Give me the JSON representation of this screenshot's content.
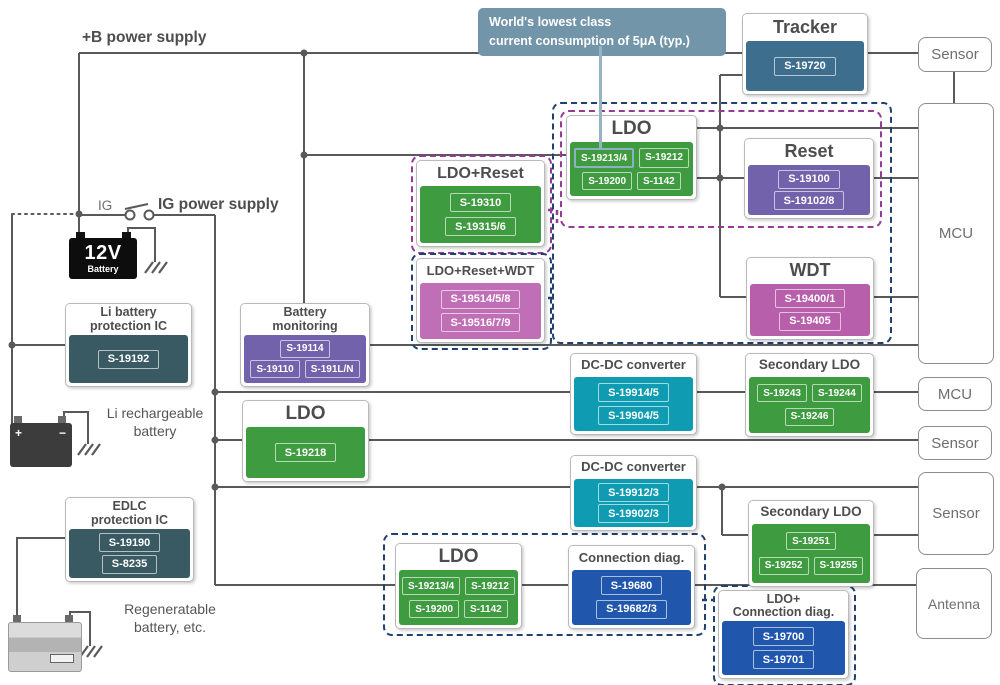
{
  "colors": {
    "wire": "#58595b",
    "green": "#3f9b3f",
    "purple": "#7262ab",
    "magenta": "#b75fab",
    "pink": "#c06eb5",
    "teal": "#0f9cb2",
    "darkteal": "#3a5a63",
    "blue": "#2057ad",
    "steel": "#3e6e8e",
    "callout_bg": "#7295a9",
    "pointer_line": "#94b3c3",
    "navy_dash": "#20406e",
    "purple_dash": "#963a96"
  },
  "callout": {
    "line1": "World's lowest class",
    "line2": "current consumption of 5μA (typ.)"
  },
  "labels": {
    "b_power": "+B power supply",
    "ig": "IG",
    "ig_power": "IG power supply",
    "batt12v": "12V",
    "batt12v_sub": "Battery",
    "batt_plus": "+",
    "batt_minus": "−",
    "li_rechargeable": "Li rechargeable\nbattery",
    "regeneratable": "Regeneratable\nbattery, etc."
  },
  "ic_boxes": [
    {
      "id": "tracker",
      "title": "Tracker",
      "color_key": "steel",
      "chips": [
        [
          "S-19720"
        ]
      ]
    },
    {
      "id": "ldo_top",
      "title": "LDO",
      "color_key": "green",
      "chips": [
        [
          "S-19213/4",
          "S-19212"
        ],
        [
          "S-19200",
          "S-1142"
        ]
      ],
      "highlight": "S-19213/4"
    },
    {
      "id": "reset",
      "title": "Reset",
      "color_key": "purple",
      "chips": [
        [
          "S-19100"
        ],
        [
          "S-19102/8"
        ]
      ]
    },
    {
      "id": "wdt",
      "title": "WDT",
      "color_key": "magenta",
      "chips": [
        [
          "S-19400/1"
        ],
        [
          "S-19405"
        ]
      ]
    },
    {
      "id": "ldo_reset",
      "title": "LDO+Reset",
      "color_key": "green",
      "chips": [
        [
          "S-19310"
        ],
        [
          "S-19315/6"
        ]
      ]
    },
    {
      "id": "ldo_reset_wdt",
      "title": "LDO+Reset+WDT",
      "color_key": "pink",
      "chips": [
        [
          "S-19514/5/8"
        ],
        [
          "S-19516/7/9"
        ]
      ]
    },
    {
      "id": "batt_mon",
      "title": "Battery\nmonitoring",
      "color_key": "purple",
      "chips": [
        [
          "S-19114"
        ],
        [
          "S-19110",
          "S-191L/N"
        ]
      ]
    },
    {
      "id": "li_prot",
      "title": "Li battery\nprotection IC",
      "color_key": "darkteal",
      "chips": [
        [
          "S-19192"
        ]
      ]
    },
    {
      "id": "ldo_mid",
      "title": "LDO",
      "color_key": "green",
      "chips": [
        [
          "S-19218"
        ]
      ]
    },
    {
      "id": "edlc",
      "title": "EDLC\nprotection IC",
      "color_key": "darkteal",
      "chips": [
        [
          "S-19190"
        ],
        [
          "S-8235"
        ]
      ]
    },
    {
      "id": "dcdc1",
      "title": "DC-DC converter",
      "color_key": "teal",
      "chips": [
        [
          "S-19914/5"
        ],
        [
          "S-19904/5"
        ]
      ]
    },
    {
      "id": "secldo1",
      "title": "Secondary LDO",
      "color_key": "green",
      "chips": [
        [
          "S-19243",
          "S-19244"
        ],
        [
          "S-19246"
        ]
      ]
    },
    {
      "id": "dcdc2",
      "title": "DC-DC converter",
      "color_key": "teal",
      "chips": [
        [
          "S-19912/3"
        ],
        [
          "S-19902/3"
        ]
      ]
    },
    {
      "id": "secldo2",
      "title": "Secondary LDO",
      "color_key": "green",
      "chips": [
        [
          "S-19251"
        ],
        [
          "S-19252",
          "S-19255"
        ]
      ]
    },
    {
      "id": "ldo_bot",
      "title": "LDO",
      "color_key": "green",
      "chips": [
        [
          "S-19213/4",
          "S-19212"
        ],
        [
          "S-19200",
          "S-1142"
        ]
      ]
    },
    {
      "id": "conn",
      "title": "Connection diag.",
      "color_key": "blue",
      "chips": [
        [
          "S-19680"
        ],
        [
          "S-19682/3"
        ]
      ]
    },
    {
      "id": "ldo_conn",
      "title": "LDO+\nConnection diag.",
      "color_key": "blue",
      "chips": [
        [
          "S-19700"
        ],
        [
          "S-19701"
        ]
      ]
    }
  ],
  "io_boxes": [
    {
      "id": "sensor_top",
      "label": "Sensor"
    },
    {
      "id": "mcu_main",
      "label": "MCU"
    },
    {
      "id": "mcu_2",
      "label": "MCU"
    },
    {
      "id": "sensor_2",
      "label": "Sensor"
    },
    {
      "id": "sensor_3",
      "label": "Sensor"
    },
    {
      "id": "antenna",
      "label": "Antenna"
    }
  ]
}
